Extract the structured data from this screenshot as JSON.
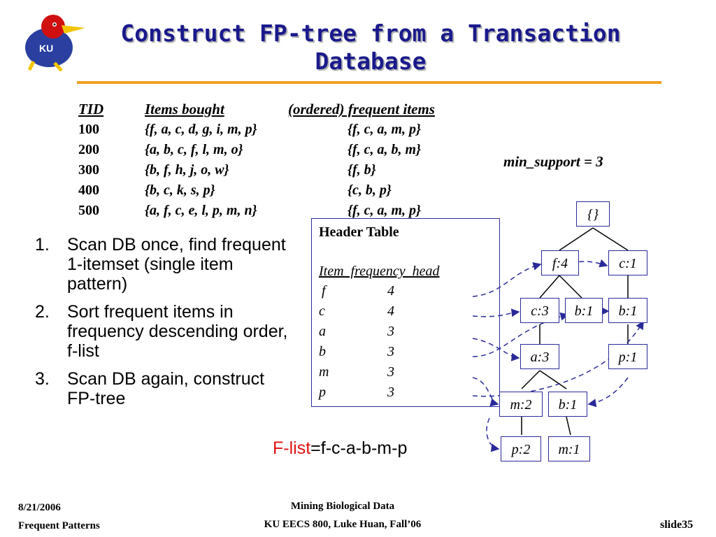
{
  "slide": {
    "title_line1": "Construct FP-tree from a Transaction",
    "title_line2": "Database",
    "logo_text": "KU",
    "min_support": "min_support = 3"
  },
  "transactions": {
    "headers": [
      "TID",
      "Items bought",
      "(ordered) frequent items"
    ],
    "rows": [
      {
        "tid": "100",
        "items": "{f, a, c, d, g, i, m, p}",
        "ordered": "{f, c, a, m, p}"
      },
      {
        "tid": "200",
        "items": "{a, b, c, f, l, m, o}",
        "ordered": "{f, c, a, b, m}"
      },
      {
        "tid": "300",
        "items": "{b, f, h, j, o, w}",
        "ordered": "{f, b}"
      },
      {
        "tid": "400",
        "items": "{b, c, k, s, p}",
        "ordered": "{c, b, p}"
      },
      {
        "tid": "500",
        "items": "{a, f, c, e, l, p, m, n}",
        "ordered": "{f, c, a, m, p}"
      }
    ]
  },
  "steps": [
    {
      "num": "1.",
      "text": "Scan DB once, find frequent 1-itemset (single item pattern)"
    },
    {
      "num": "2.",
      "text": "Sort frequent items in frequency descending order, f-list"
    },
    {
      "num": "3.",
      "text": "Scan DB again, construct FP-tree"
    }
  ],
  "header_table": {
    "title": "Header Table",
    "columns": "Item  frequency  head",
    "rows": [
      {
        "item": "f",
        "freq": "4"
      },
      {
        "item": "c",
        "freq": "4"
      },
      {
        "item": "a",
        "freq": "3"
      },
      {
        "item": "b",
        "freq": "3"
      },
      {
        "item": "m",
        "freq": "3"
      },
      {
        "item": "p",
        "freq": "3"
      }
    ]
  },
  "flist": {
    "label": "F-list",
    "value": "=f-c-a-b-m-p"
  },
  "tree_nodes": {
    "root": "{}",
    "f4": "f:4",
    "c1_root": "c:1",
    "c3": "c:3",
    "b1_f": "b:1",
    "b1_c": "b:1",
    "a3": "a:3",
    "p1": "p:1",
    "m2": "m:2",
    "b1_a": "b:1",
    "p2": "p:2",
    "m1": "m:1"
  },
  "footer": {
    "date": "8/21/2006",
    "topic": "Frequent Patterns",
    "course_line1": "Mining Biological Data",
    "course_line2": "KU EECS 800, Luke Huan, Fall’06",
    "slide_no": "slide35"
  },
  "colors": {
    "title": "#1a1a8c",
    "rule": "#f0a020",
    "box_border": "#2a2a9a",
    "flist_label": "#e01010"
  }
}
